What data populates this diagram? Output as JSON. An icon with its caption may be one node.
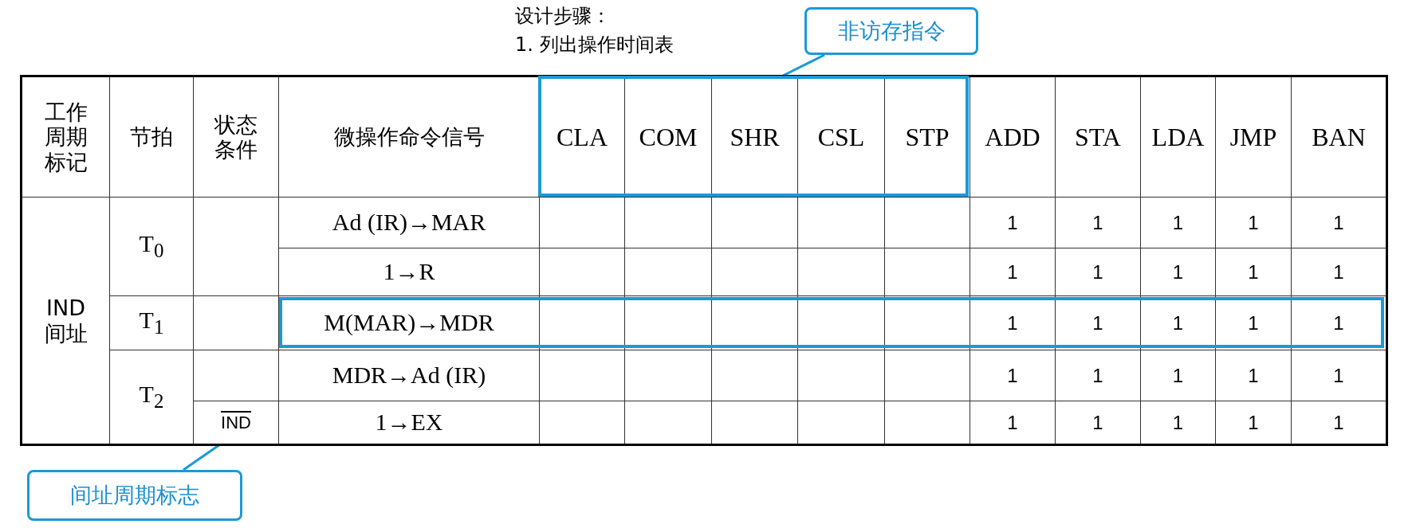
{
  "diagram": {
    "nodes": [
      {
        "text": [
          "非访存指令"
        ]
      },
      {
        "text": [],
        "shape": "box"
      },
      {
        "text": [],
        "shape": "box"
      },
      {
        "text": [
          "间址周期标志"
        ]
      }
    ],
    "edges": [
      {
        "from": 0,
        "to": 1,
        "arrow": "none"
      },
      {
        "from": 3,
        "to": null,
        "arrow": "none"
      }
    ],
    "labels": [
      "设计步骤：",
      "1. 列出操作时间表",
      "工作周期标记",
      "节拍",
      "状态条件",
      "微操作命令信号",
      "CLA",
      "COM",
      "SHR",
      "CSL",
      "STP",
      "ADD",
      "STA",
      "LDA",
      "JMP",
      "BAN",
      "IND 间址",
      "T$_{0}$",
      "Ad (IR)→MAR",
      "1",
      "1",
      "1",
      "1",
      "1",
      "1→R",
      "1",
      "1",
      "1",
      "1",
      "1",
      "T$_{1}$",
      "M(MAR)→MDR",
      "1",
      "1",
      "1",
      "1",
      "1",
      "T$_{2}$",
      "MDR→Ad (IR)",
      "1",
      "1",
      "1",
      "1",
      "1",
      "IND",
      "1→EX",
      "1",
      "1",
      "1",
      "1",
      "1"
    ]
  }
}
